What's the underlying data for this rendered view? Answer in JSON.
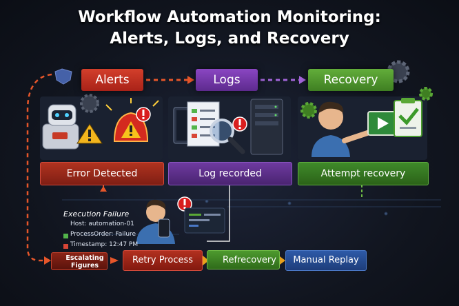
{
  "title_line1": "Workflow Automation Monitoring:",
  "title_line2": "Alerts, Logs, and Recovery",
  "stages": {
    "alerts": "Alerts",
    "logs": "Logs",
    "recovery": "Recovery"
  },
  "status": {
    "error": "Error Detected",
    "log": "Log recorded",
    "recovery": "Attempt recovery"
  },
  "failure": {
    "heading": "Execution Failure",
    "host": "Host: automation-01",
    "process": "ProcessOrder: Failure",
    "timestamp": "Timestamp: 12:47 PM"
  },
  "actions": {
    "escalating": "Escalating Figures",
    "retry": "Retry Process",
    "refrecovery": "Refrecovery",
    "manual": "Manual Replay"
  },
  "colors": {
    "alert_red": "#c7301f",
    "log_purple": "#7a3db5",
    "recovery_green": "#54a032",
    "replay_blue": "#2d5aa8",
    "arrow_orange": "#e6562a"
  },
  "icons": [
    "robot-icon",
    "warning-icon",
    "alarm-icon",
    "document-icon",
    "magnifier-icon",
    "server-icon",
    "person-icon",
    "play-icon",
    "checklist-icon",
    "gear-icon",
    "phone-icon"
  ]
}
